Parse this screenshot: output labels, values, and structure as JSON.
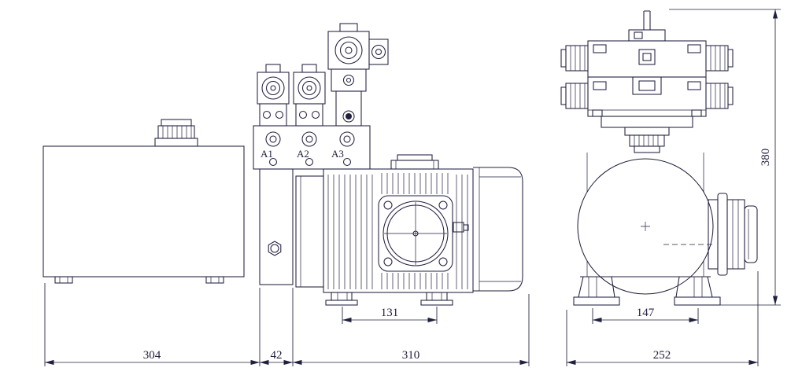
{
  "colors": {
    "line": "#21213f",
    "paper": "#ffffff"
  },
  "ports": [
    {
      "label": "A1"
    },
    {
      "label": "A2"
    },
    {
      "label": "A3"
    }
  ],
  "dimensions": {
    "tank_length": "304",
    "pump_section_width": "42",
    "motor_section_length": "310",
    "motor_foot_spacing": "131",
    "base_foot_spacing": "147",
    "overall_depth": "252",
    "overall_height": "380"
  }
}
